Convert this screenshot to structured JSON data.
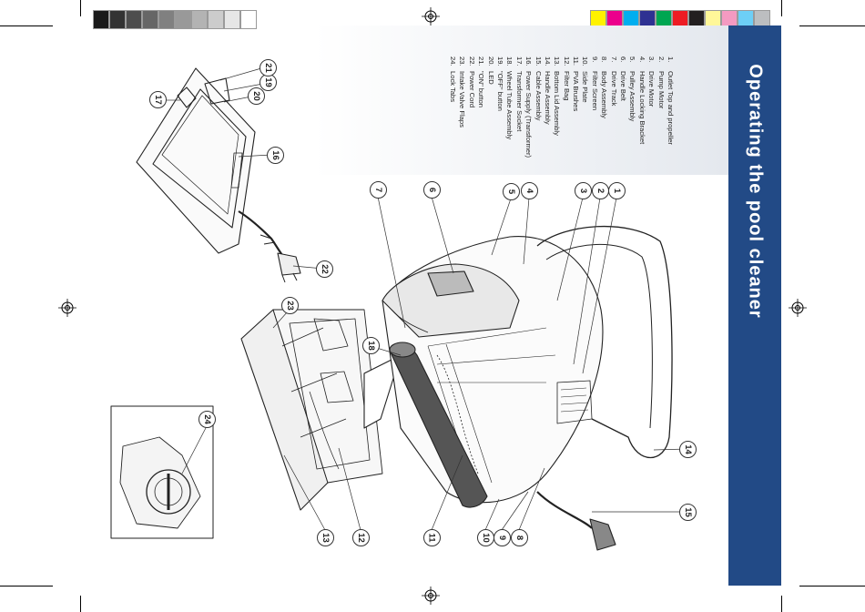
{
  "page": {
    "title": "Operating the pool cleaner"
  },
  "parts": [
    {
      "num": "1.",
      "label": "Outlet Top and propeller"
    },
    {
      "num": "2.",
      "label": "Pump Motor"
    },
    {
      "num": "3.",
      "label": "Drive Motor"
    },
    {
      "num": "4.",
      "label": "Handle Locking Bracket"
    },
    {
      "num": "5.",
      "label": "Pulley Assembly"
    },
    {
      "num": "6.",
      "label": "Drive Belt"
    },
    {
      "num": "7.",
      "label": "Drive Track"
    },
    {
      "num": "8.",
      "label": "Body Assembly"
    },
    {
      "num": "9.",
      "label": "Filter Screen"
    },
    {
      "num": "10.",
      "label": "Side Plate"
    },
    {
      "num": "11.",
      "label": "PVA Brushes"
    },
    {
      "num": "12.",
      "label": "Filter Bag"
    },
    {
      "num": "13.",
      "label": "Bottom Lid Assembly"
    },
    {
      "num": "14.",
      "label": "Handle Assembly"
    },
    {
      "num": "15.",
      "label": "Cable Assembly"
    },
    {
      "num": "16.",
      "label": "Power Supply (Transformer)"
    },
    {
      "num": "17.",
      "label": "Transformer Socket"
    },
    {
      "num": "18.",
      "label": "Wheel Tube Assembly"
    },
    {
      "num": "19.",
      "label": "\"OFF\" button"
    },
    {
      "num": "20.",
      "label": "LED"
    },
    {
      "num": "21.",
      "label": "\"ON\" button"
    },
    {
      "num": "22.",
      "label": "Power Cord"
    },
    {
      "num": "23.",
      "label": "Intake Valve Flaps"
    },
    {
      "num": "24.",
      "label": "Lock Tabs"
    }
  ],
  "callouts": [
    "1",
    "2",
    "3",
    "4",
    "5",
    "6",
    "7",
    "8",
    "9",
    "10",
    "11",
    "12",
    "13",
    "14",
    "15",
    "16",
    "17",
    "18",
    "19",
    "20",
    "21",
    "22",
    "23",
    "24"
  ],
  "colors": {
    "banner": "#224a86",
    "banner_text": "#ffffff",
    "swatches_gray": [
      "#1a1a1a",
      "#333333",
      "#4d4d4d",
      "#666666",
      "#808080",
      "#999999",
      "#b3b3b3",
      "#cccccc",
      "#e6e6e6",
      "#ffffff"
    ],
    "swatches_color": [
      "#fff200",
      "#ec008c",
      "#00aeef",
      "#2e3192",
      "#00a651",
      "#ed1c24",
      "#231f20",
      "#fff799",
      "#f49ac1",
      "#6dcff6",
      "#bcbec0"
    ]
  }
}
